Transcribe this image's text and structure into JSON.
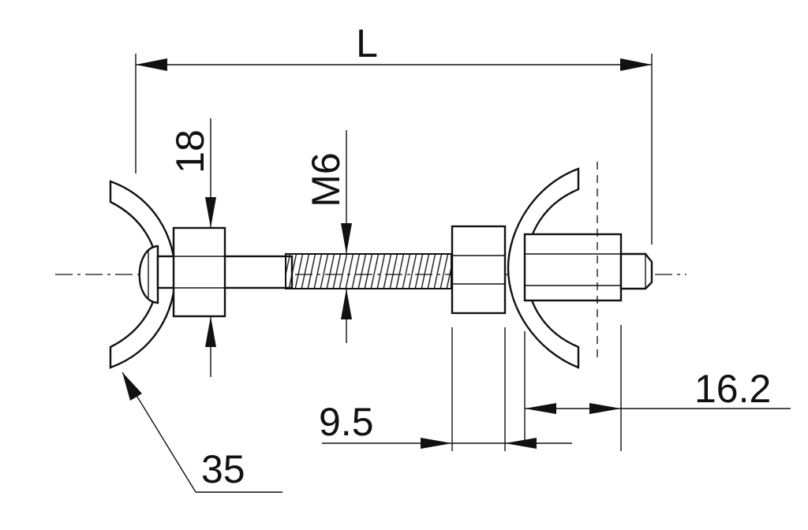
{
  "dimensions": {
    "length": "L",
    "nut_height": "18",
    "thread": "M6",
    "radius": "35",
    "nut_width": "9.5",
    "stub_length": "16.2"
  }
}
